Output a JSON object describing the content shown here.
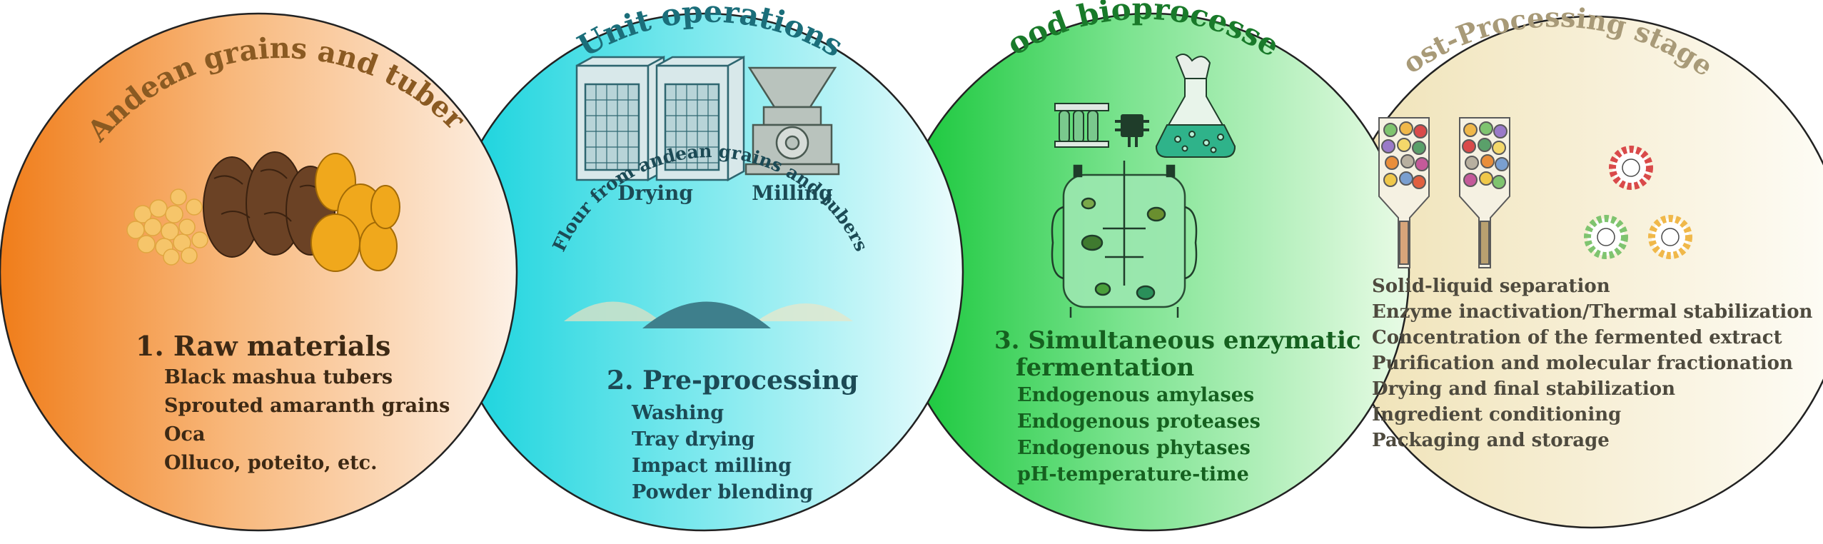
{
  "colors": {
    "raw_dark": "#f07d1a",
    "raw_light": "#fdf1e6",
    "pre_dark": "#12d2dc",
    "pre_light": "#ecfcfd",
    "bio_dark": "#10c534",
    "bio_light": "#e9fbe6",
    "post_dark": "#efe2b5",
    "post_light": "#fefdf7",
    "title_raw": "#8a5a22",
    "title_pre": "#1b6e7a",
    "title_bio": "#197a2a",
    "title_post": "#a89a78",
    "text_raw": "#3d2914",
    "text_pre": "#1c4a55",
    "text_bio": "#15601f",
    "text_post": "#4e4a3e"
  },
  "raw": {
    "title": "Andean grains and tubers",
    "heading": "1. Raw materials",
    "items": [
      "Black mashua tubers",
      "Sprouted amaranth grains",
      "Oca",
      "Olluco, poteito, etc."
    ]
  },
  "pre": {
    "title": "Unit operations",
    "drying_label": "Drying",
    "milling_label": "Milling",
    "flour_label": "Flour from andean grains and tubers",
    "heading": "2. Pre-processing",
    "items": [
      "Washing",
      "Tray drying",
      "Impact milling",
      "Powder blending"
    ]
  },
  "bio": {
    "title": "Food bioprocesses",
    "heading_line1": "3. Simultaneous enzymatic",
    "heading_line2": "fermentation",
    "items": [
      "Endogenous amylases",
      "Endogenous proteases",
      "Endogenous phytases",
      "pH-temperature-time"
    ]
  },
  "post": {
    "title": "Post-Processing stages",
    "items": [
      "Solid-liquid separation",
      "Enzyme inactivation/Thermal stabilization",
      "Concentration of the fermented extract",
      "Purification and molecular fractionation",
      "Drying and final stabilization",
      "Ingredient conditioning",
      "Packaging and storage"
    ]
  }
}
